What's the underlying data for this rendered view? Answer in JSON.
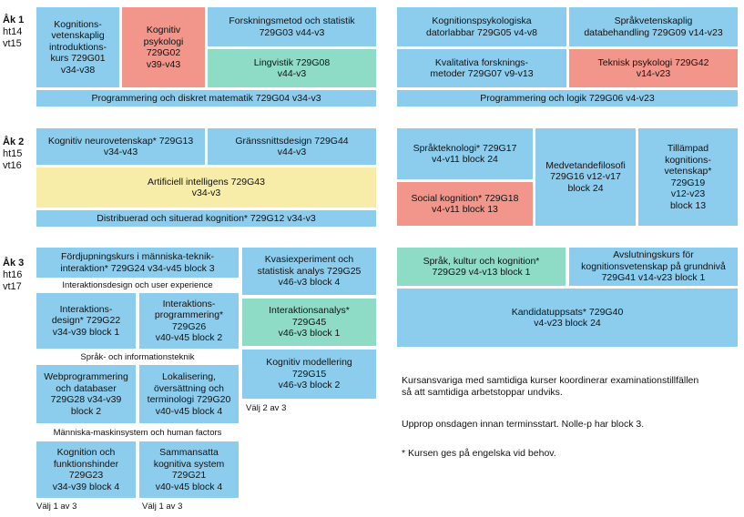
{
  "years": [
    {
      "title": "Åk 1",
      "line2": "ht14",
      "line3": "vt15"
    },
    {
      "title": "Åk 2",
      "line2": "ht15",
      "line3": "vt16"
    },
    {
      "title": "Åk 3",
      "line2": "ht16",
      "line3": "vt17"
    }
  ],
  "courses": {
    "c1": "Kognitions-\nvetenskaplig\nintroduktions-\nkurs 729G01\nv34-v38",
    "c2": "Kognitiv\npsykologi\n729G02\nv39-v43",
    "c3": "Forskningsmetod och statistik\n729G03 v44-v3",
    "c4": "Lingvistik 729G08\nv44-v3",
    "c5": "Programmering och diskret matematik 729G04 v34-v3",
    "c6": "Kognitionspsykologiska\ndatorlabbar 729G05 v4-v8",
    "c7": "Språkvetenskaplig\ndatabehandling 729G09 v14-v23",
    "c8": "Kvalitativa forsknings-\nmetoder 729G07 v9-v13",
    "c9": "Teknisk psykologi 729G42\nv14-v23",
    "c10": "Programmering och logik 729G06 v4-v23",
    "c11": "Kognitiv neurovetenskap* 729G13\nv34-v43",
    "c12": "Gränssnittsdesign 729G44\nv44-v3",
    "c13": "Artificiell intelligens 729G43\nv34-v3",
    "c14": "Distribuerad och situerad kognition* 729G12 v34-v3",
    "c15": "Språkteknologi* 729G17\nv4-v11 block 24",
    "c16": "Medvetandefilosofi\n729G16 v12-v17\nblock 24",
    "c17": "Tillämpad\nkognitions-\nvetenskap*\n729G19\nv12-v23\nblock 13",
    "c18": "Social kognition* 729G18\nv4-v11 block 13",
    "c19": "Fördjupningskurs i människa-teknik-\ninteraktion* 729G24 v34-v45 block 3",
    "c20": "Interaktions-\ndesign* 729G22\nv34-v39 block 1",
    "c21": "Interaktions-\nprogrammering*\n729G26\nv40-v45 block 2",
    "c22": "Webprogrammering\noch databaser\n729G28 v34-v39\nblock 2",
    "c23": "Lokalisering,\növersättning och\nterminologi 729G20\nv40-v45 block 4",
    "c24": "Kognition och\nfunktionshinder\n729G23\nv34-v39 block 4",
    "c25": "Sammansatta\nkognitiva system\n729G21\nv40-v45 block 4",
    "c26": "Kvasiexperiment och\nstatistisk analys 729G25\nv46-v3 block 4",
    "c27": "Interaktionsanalys*\n729G45\nv46-v3 block 1",
    "c28": "Kognitiv modellering\n729G15\nv46-v3 block 2",
    "c29": "Språk, kultur och kognition*\n729G29 v4-v13 block 1",
    "c30": "Avslutningskurs för\nkognitionsvetenskap på grundnivå\n729G41 v14-v23 block 1",
    "c31": "Kandidatuppsats* 729G40\nv4-v23 block 24"
  },
  "captions": {
    "profile1": "Interaktionsdesign och user experience",
    "profile2": "Språk- och informationsteknik",
    "profile3": "Människa-maskinsystem och human factors",
    "choose_a": "Välj 1 av 3",
    "choose_b": "Välj 1 av 3",
    "choose_c": "Välj 2 av 3"
  },
  "notes": {
    "n1": "Kursansvariga med samtidiga kurser koordinerar examinationstillfällen\nså att samtidiga arbetstoppar undviks.",
    "n2": "Upprop onsdagen innan terminsstart. Nolle-p har block 3.",
    "n3": "* Kursen ges på engelska vid behov."
  },
  "colors": {
    "blue": "#8ccdee",
    "red": "#f2958a",
    "green": "#8fdcc6",
    "yellow": "#f7eda8"
  }
}
